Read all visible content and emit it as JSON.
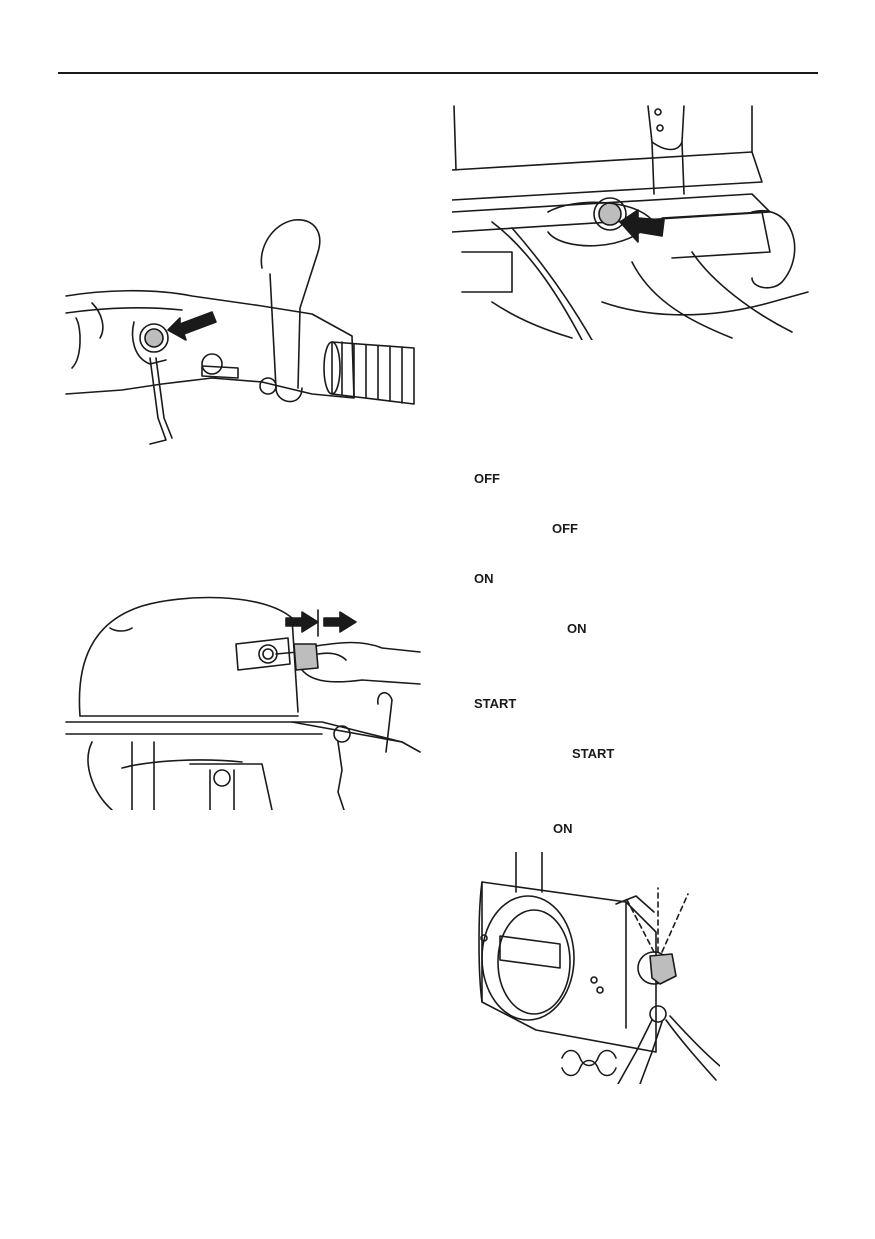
{
  "labels": {
    "off_heading": "OFF",
    "off_inline": "OFF",
    "on_heading": "ON",
    "on_inline": "ON",
    "start_heading": "START",
    "start_inline": "START",
    "on_note": "ON"
  },
  "figures": {
    "stop_switch_tiller": "illustration",
    "stop_switch_bracket": "illustration",
    "engine_key_lanyard": "illustration",
    "remote_control_key": "illustration"
  }
}
